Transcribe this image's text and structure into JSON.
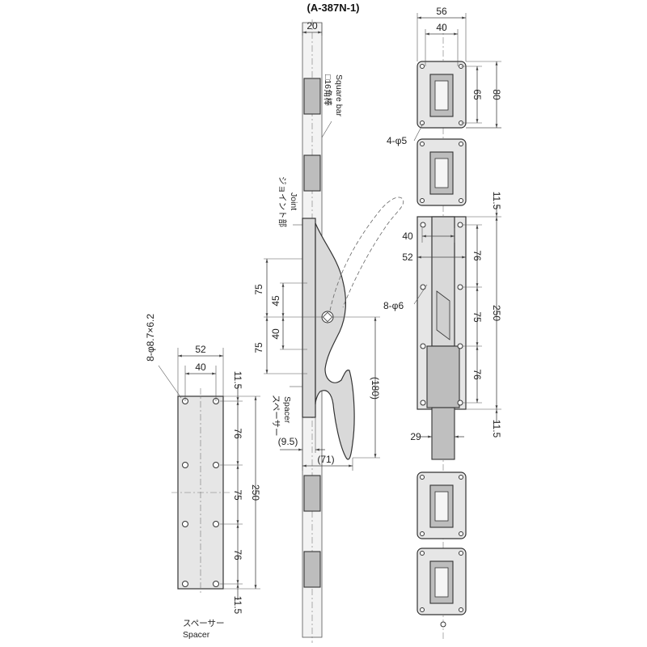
{
  "model_label": "(A-387N-1)",
  "side_view": {
    "bar_width": "20",
    "square_bar_jp": "□16角棒",
    "square_bar_en": "Square bar",
    "joint_jp": "ジョイント部",
    "joint_en": "Joint",
    "dim_75_top": "75",
    "dim_45": "45",
    "dim_40": "40",
    "dim_75_bottom": "75",
    "dim_180": "(180)",
    "dim_9_5": "(9.5)",
    "dim_71": "(71)",
    "spacer_jp": "スペーサー",
    "spacer_en": "Spacer"
  },
  "spacer_plate": {
    "holes_label": "8-φ8.7×6.2",
    "width_outer": "52",
    "width_inner": "40",
    "dim_top": "11.5",
    "dim_76_top": "76",
    "dim_75": "75",
    "dim_76_bottom": "76",
    "dim_bottom": "11.5",
    "total_length": "250",
    "label_jp": "スペーサー",
    "label_en": "Spacer"
  },
  "front_view": {
    "guide_width_outer": "56",
    "guide_width_inner": "40",
    "guide_height_inner": "65",
    "guide_height_outer": "80",
    "guide_holes": "4-φ5",
    "gap_top": "11.5",
    "base_width_inner": "40",
    "base_width_outer": "52",
    "base_holes": "8-φ6",
    "dim_76_top": "76",
    "dim_75": "75",
    "dim_76_bottom": "76",
    "total_length": "250",
    "gap_bottom": "11.5",
    "bar_dim": "29"
  }
}
